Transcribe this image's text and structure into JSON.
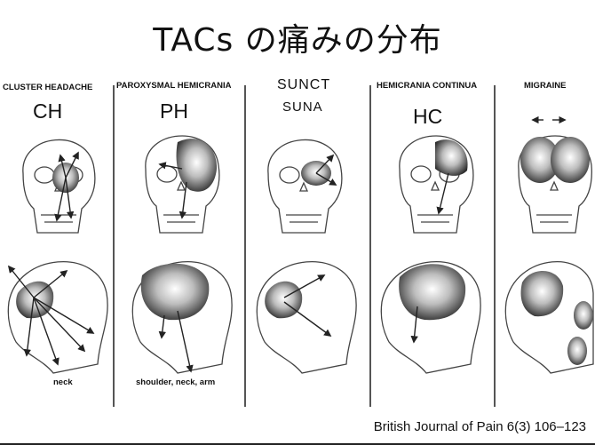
{
  "title": "TACs の痛みの分布",
  "columns": [
    {
      "heading": "CLUSTER HEADACHE",
      "abbr": "CH",
      "note": "neck"
    },
    {
      "heading": "PAROXYSMAL HEMICRANIA",
      "abbr": "PH",
      "note": "shoulder, neck, arm"
    },
    {
      "heading": "SUNCT",
      "abbr": "SUNA",
      "note": ""
    },
    {
      "heading": "HEMICRANIA CONTINUA",
      "abbr": "HC",
      "note": ""
    },
    {
      "heading": "MIGRAINE",
      "abbr": "",
      "note": ""
    }
  ],
  "citation": "British Journal of Pain  6(3) 106–123",
  "figure_description_icons": [
    "skull-front-icon",
    "head-lateral-icon",
    "arrow-icon"
  ]
}
